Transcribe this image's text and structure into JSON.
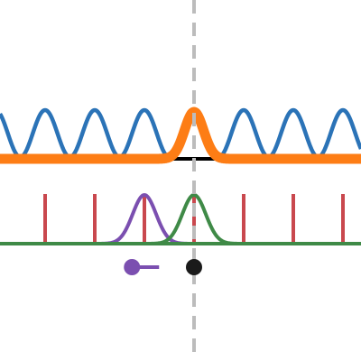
{
  "widget": {
    "name": "sampling-convolution-demo",
    "title": ""
  },
  "colors": {
    "carrier_wave": "#2b73b7",
    "gaussian_pulse": "#fd7d15",
    "baseline": "#000000",
    "impulse_train": "#c9484e",
    "kernel_left": "#7b4fb0",
    "kernel_right": "#3f8a47",
    "axis_line": "#3f8a47",
    "center_guide": "#bcbcbc",
    "slider_handle": "#7b4fb0",
    "center_marker": "#1a1a1a"
  },
  "upper_panel": {
    "carrier": {
      "period_units": 1.0,
      "amplitude": 1.0,
      "suppressed_near_center": true
    },
    "pulse": {
      "peak": 1.0,
      "width_units": 0.35
    }
  },
  "lower_panel": {
    "impulse_count_visible": 7,
    "impulse_spacing_units": 1.0,
    "kernels": [
      {
        "name": "shifted-kernel",
        "offset_units": -1.0,
        "height": 1.0
      },
      {
        "name": "centered-kernel",
        "offset_units": 0.0,
        "height": 1.0
      }
    ]
  },
  "controls": {
    "shift_slider": {
      "value_units": -1.0,
      "range_units": [
        -3,
        3
      ]
    }
  }
}
